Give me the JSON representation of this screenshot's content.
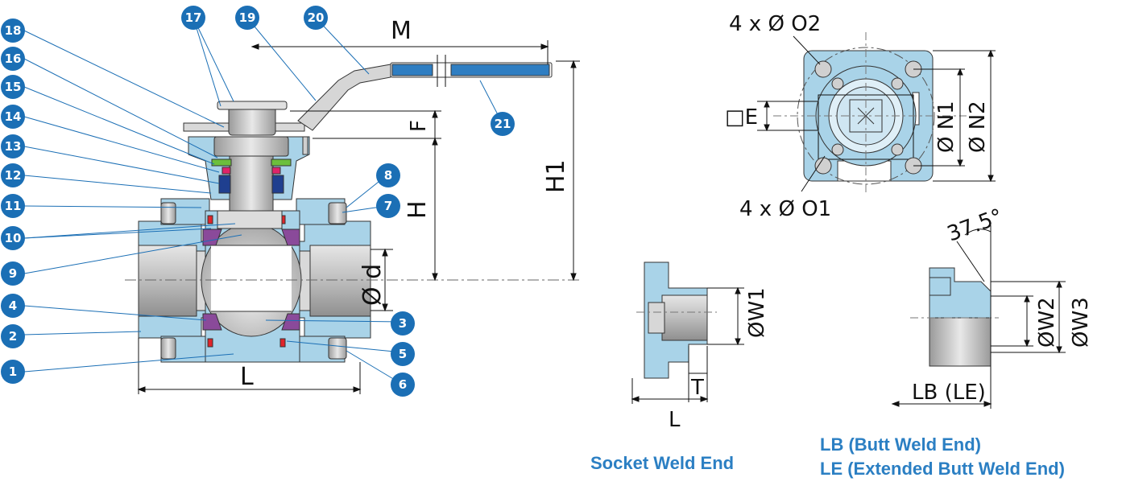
{
  "dimensions": {
    "M": "M",
    "H1": "H1",
    "H": "H",
    "F": "F",
    "L": "L",
    "d": "Ø d",
    "E": "□E",
    "N1": "Ø N1",
    "N2": "Ø N2",
    "O1": "4 x Ø O1",
    "O2": "4 x Ø O2",
    "W1": "ØW1",
    "W2": "ØW2",
    "W3": "ØW3",
    "T": "T",
    "L_socket": "L",
    "LB_LE": "LB (LE)",
    "bevel_angle": "37.5°"
  },
  "part_numbers": [
    "1",
    "2",
    "3",
    "4",
    "5",
    "6",
    "7",
    "8",
    "9",
    "10",
    "11",
    "12",
    "13",
    "14",
    "15",
    "16",
    "17",
    "18",
    "19",
    "20",
    "21"
  ],
  "captions": {
    "socket_weld": "Socket Weld End",
    "butt_weld": "LB (Butt Weld End)",
    "extended_butt_weld": "LE (Extended Butt Weld End)"
  },
  "colors": {
    "body": "#a9d3e8",
    "balloon": "#1b6fb5",
    "caption": "#2b7fc3",
    "seat": "#8a4a9a",
    "seal": "#e0242a",
    "packing": "#1f3f8f",
    "washer": "#6cbf3c"
  }
}
